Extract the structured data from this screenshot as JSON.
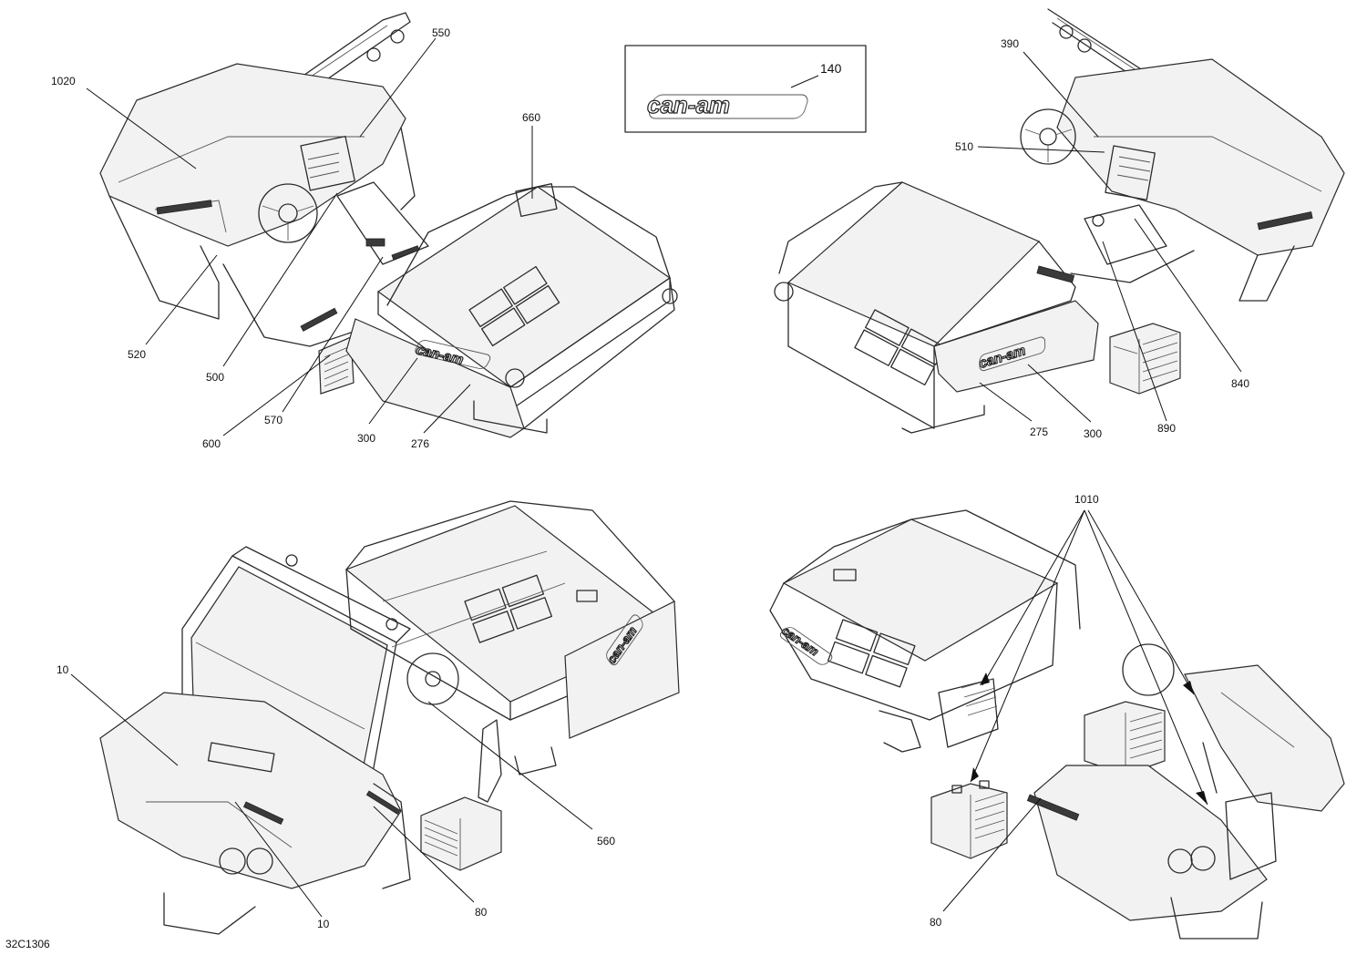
{
  "drawing_id": "32C1306",
  "logo_text": "can-am",
  "callouts": {
    "c1020": "1020",
    "c550": "550",
    "c660": "660",
    "c140": "140",
    "c390": "390",
    "c510": "510",
    "c520": "520",
    "c500": "500",
    "c570": "570",
    "c600": "600",
    "c300a": "300",
    "c276": "276",
    "c275": "275",
    "c300b": "300",
    "c840": "840",
    "c890": "890",
    "c1010": "1010",
    "c10a": "10",
    "c10b": "10",
    "c80a": "80",
    "c560": "560",
    "c80b": "80"
  }
}
